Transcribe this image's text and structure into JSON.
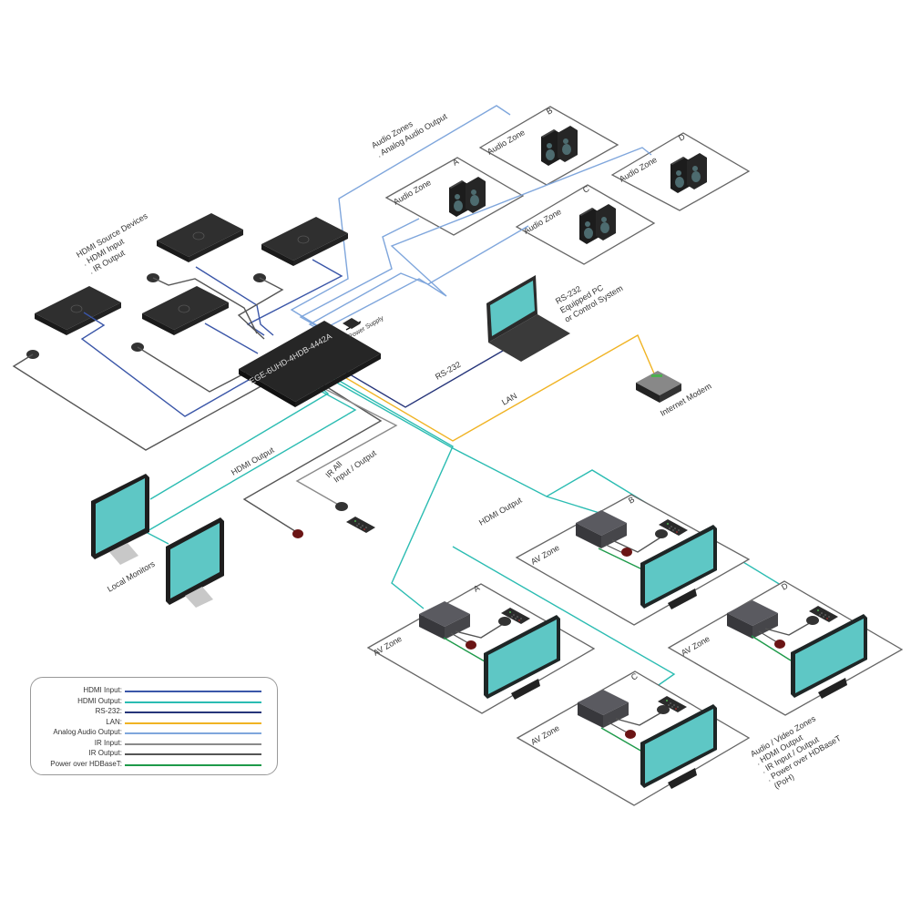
{
  "colors": {
    "hdmi_input": "#3a56a8",
    "hdmi_output": "#2bbcb2",
    "rs232": "#26357a",
    "lan": "#f0b323",
    "analog_audio": "#7fa6dc",
    "ir_input": "#8a8a8a",
    "ir_output": "#555555",
    "poh": "#1e9a4a",
    "device_dark": "#2b2b2b",
    "screen": "#5ec7c5",
    "zone_stroke": "#666666"
  },
  "hub": {
    "model": "EGE-6UHD-4HDB-4442A",
    "power_label": "Power Supply"
  },
  "sources": {
    "title": "HDMI Source Devices",
    "bullets": [
      ". HDMI Input",
      ". IR Output"
    ]
  },
  "audio": {
    "title": "Audio Zones",
    "subtitle": ". Analog Audio Output",
    "zones": [
      {
        "label": "Audio Zone",
        "letter": "A"
      },
      {
        "label": "Audio Zone",
        "letter": "B"
      },
      {
        "label": "Audio Zone",
        "letter": "C"
      },
      {
        "label": "Audio Zone",
        "letter": "D"
      }
    ]
  },
  "pc": {
    "lines": [
      "RS-232",
      "Equipped PC",
      "or Control System"
    ]
  },
  "modem": {
    "label": "Internet Modem"
  },
  "wire_labels": {
    "rs232": "RS-232",
    "lan": "LAN",
    "hdmi_output_local": "HDMI Output",
    "hdmi_output_av": "HDMI Output",
    "ir_all_1": "IR All",
    "ir_all_2": "Input / Output"
  },
  "local_monitors": {
    "label": "Local Monitors"
  },
  "av": {
    "zones": [
      {
        "label": "AV Zone",
        "letter": "A"
      },
      {
        "label": "AV Zone",
        "letter": "B"
      },
      {
        "label": "AV Zone",
        "letter": "C"
      },
      {
        "label": "AV Zone",
        "letter": "D"
      }
    ],
    "note": [
      "Audio / Video Zones",
      ". HDMI Output",
      ". IR Input / Output",
      ". Power over HDBaseT",
      "(PoH)"
    ]
  },
  "legend": {
    "items": [
      {
        "label": "HDMI Input:",
        "color": "#3a56a8"
      },
      {
        "label": "HDMI Output:",
        "color": "#2bbcb2"
      },
      {
        "label": "RS-232:",
        "color": "#26357a"
      },
      {
        "label": "LAN:",
        "color": "#f0b323"
      },
      {
        "label": "Analog Audio Output:",
        "color": "#7fa6dc"
      },
      {
        "label": "IR Input:",
        "color": "#8a8a8a"
      },
      {
        "label": "IR Output:",
        "color": "#555555"
      },
      {
        "label": "Power over HDBaseT:",
        "color": "#1e9a4a"
      }
    ]
  }
}
